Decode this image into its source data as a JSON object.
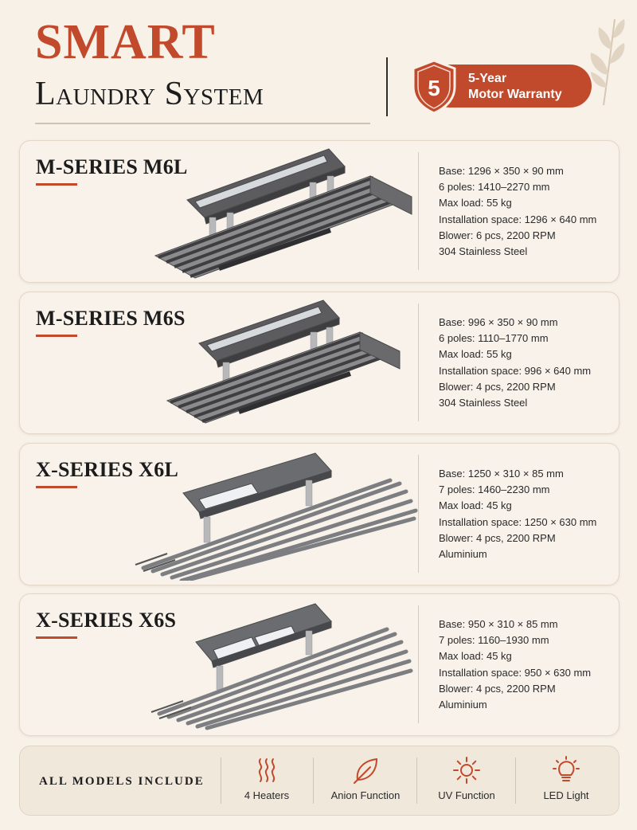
{
  "header": {
    "title_line1": "SMART",
    "title_line2": "Laundry System",
    "warranty_number": "5",
    "warranty_line1": "5-Year",
    "warranty_line2": "Motor Warranty"
  },
  "colors": {
    "accent": "#c24a2c",
    "background": "#f7f1e8",
    "text": "#1c1c1c"
  },
  "products": [
    {
      "name": "M-SERIES M6L",
      "specs": [
        "Base: 1296 × 350 × 90 mm",
        "6 poles: 1410–2270 mm",
        "Max load: 55 kg",
        "Installation space: 1296 × 640 mm",
        "Blower: 6 pcs, 2200 RPM",
        "304 Stainless Steel"
      ]
    },
    {
      "name": "M-SERIES M6S",
      "specs": [
        "Base:  996 × 350 × 90 mm",
        "6 poles: 1110–1770 mm",
        "Max load: 55 kg",
        "Installation space: 996 × 640 mm",
        "Blower: 4 pcs, 2200 RPM",
        "304 Stainless Steel"
      ]
    },
    {
      "name": "X-SERIES X6L",
      "specs": [
        "Base: 1250 × 310 × 85 mm",
        "7 poles: 1460–2230 mm",
        "Max load: 45 kg",
        "Installation space: 1250 × 630 mm",
        "Blower: 4 pcs, 2200 RPM",
        "Aluminium"
      ]
    },
    {
      "name": "X-SERIES X6S",
      "specs": [
        "Base:  950 × 310 × 85 mm",
        "7 poles: 1160–1930 mm",
        "Max load: 45 kg",
        "Installation space: 950 × 630 mm",
        "Blower: 4 pcs, 2200 RPM",
        "Aluminium"
      ]
    }
  ],
  "features": {
    "label": "ALL MODELS INCLUDE",
    "items": [
      {
        "icon": "heater-icon",
        "label": "4 Heaters"
      },
      {
        "icon": "leaf-icon",
        "label": "Anion Function"
      },
      {
        "icon": "sun-icon",
        "label": "UV Function"
      },
      {
        "icon": "bulb-icon",
        "label": "LED Light"
      }
    ]
  }
}
